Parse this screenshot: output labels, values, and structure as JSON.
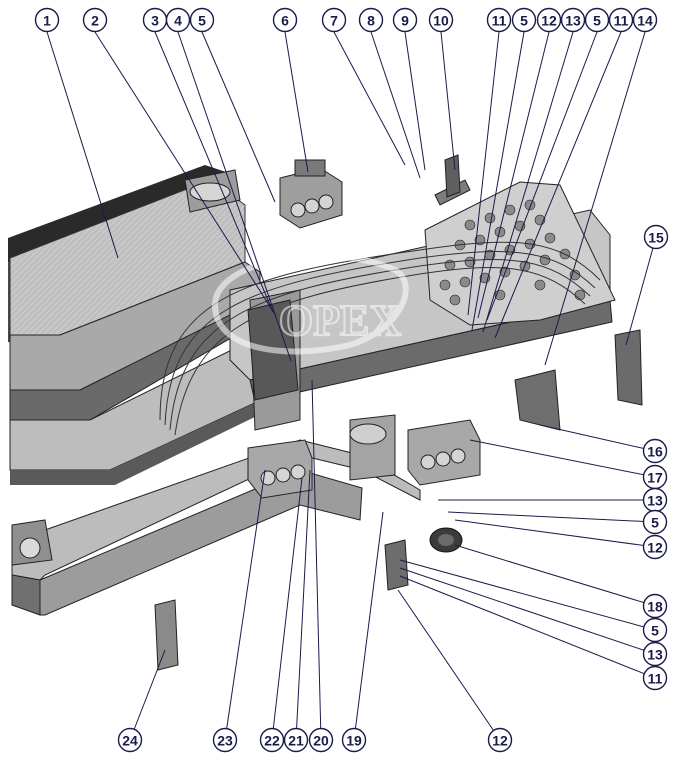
{
  "callouts": [
    {
      "id": "c-top-1",
      "label": "1"
    },
    {
      "id": "c-top-2",
      "label": "2"
    },
    {
      "id": "c-top-3",
      "label": "3"
    },
    {
      "id": "c-top-4",
      "label": "4"
    },
    {
      "id": "c-top-5a",
      "label": "5"
    },
    {
      "id": "c-top-6",
      "label": "6"
    },
    {
      "id": "c-top-7",
      "label": "7"
    },
    {
      "id": "c-top-8",
      "label": "8"
    },
    {
      "id": "c-top-9",
      "label": "9"
    },
    {
      "id": "c-top-10",
      "label": "10"
    },
    {
      "id": "c-top-11a",
      "label": "11"
    },
    {
      "id": "c-top-5b",
      "label": "5"
    },
    {
      "id": "c-top-12",
      "label": "12"
    },
    {
      "id": "c-top-13",
      "label": "13"
    },
    {
      "id": "c-top-5c",
      "label": "5"
    },
    {
      "id": "c-top-11b",
      "label": "11"
    },
    {
      "id": "c-top-14",
      "label": "14"
    },
    {
      "id": "c-r-15",
      "label": "15"
    },
    {
      "id": "c-r-16",
      "label": "16"
    },
    {
      "id": "c-r-17",
      "label": "17"
    },
    {
      "id": "c-r-13a",
      "label": "13"
    },
    {
      "id": "c-r-5a",
      "label": "5"
    },
    {
      "id": "c-r-12a",
      "label": "12"
    },
    {
      "id": "c-r-18",
      "label": "18"
    },
    {
      "id": "c-r-5b",
      "label": "5"
    },
    {
      "id": "c-r-13b",
      "label": "13"
    },
    {
      "id": "c-r-11",
      "label": "11"
    },
    {
      "id": "c-b-12",
      "label": "12"
    },
    {
      "id": "c-b-24",
      "label": "24"
    },
    {
      "id": "c-b-23",
      "label": "23"
    },
    {
      "id": "c-b-22",
      "label": "22"
    },
    {
      "id": "c-b-21",
      "label": "21"
    },
    {
      "id": "c-b-20",
      "label": "20"
    },
    {
      "id": "c-b-19",
      "label": "19"
    }
  ],
  "watermark_text": "ОРЕХ"
}
